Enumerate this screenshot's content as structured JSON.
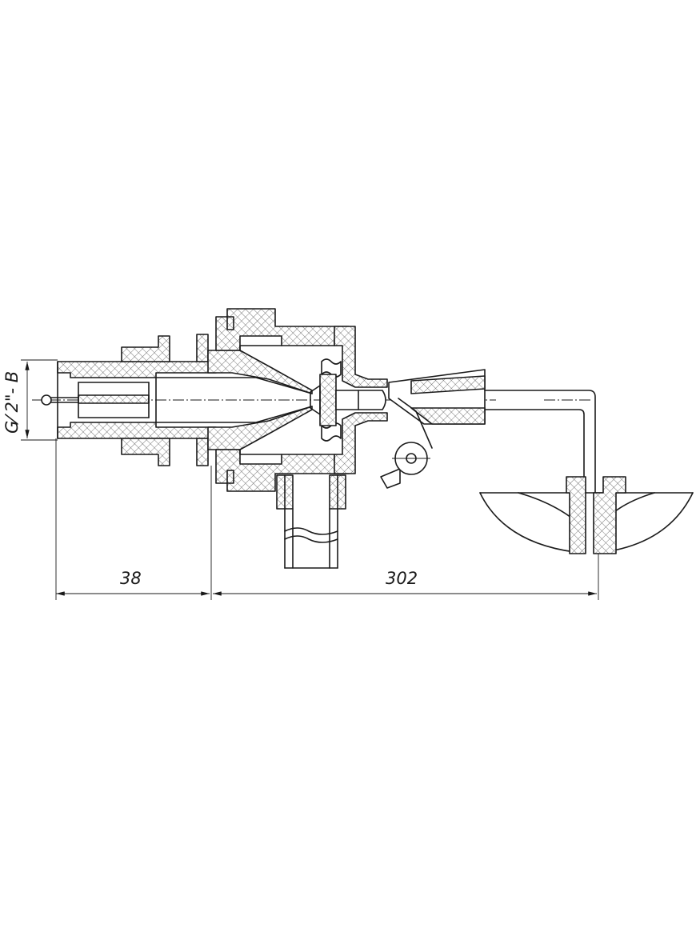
{
  "diagram": {
    "dimensions": {
      "left_length": "38",
      "total_length": "302",
      "thread": "G⁄ 2\"- B"
    }
  }
}
